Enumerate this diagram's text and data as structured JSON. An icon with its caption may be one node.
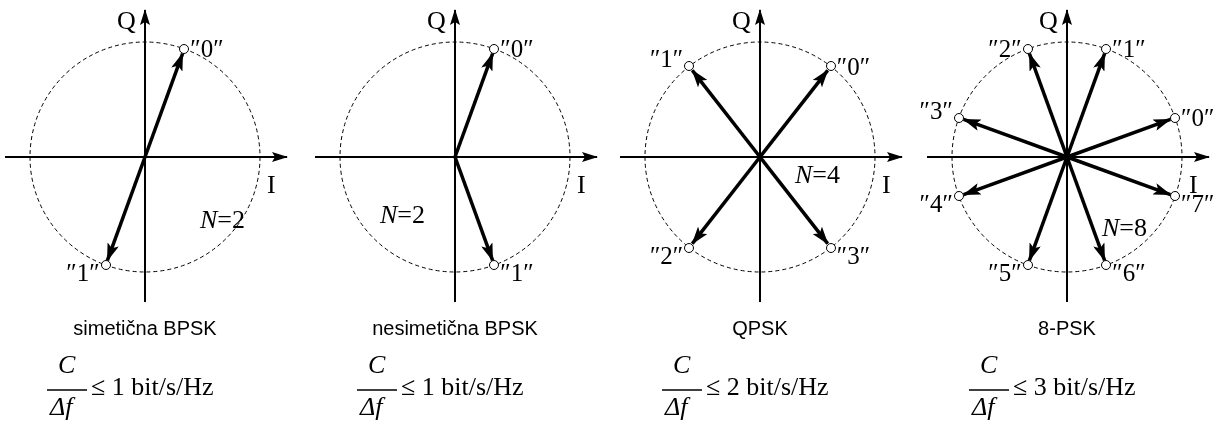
{
  "diagram": {
    "nodes": [
      {
        "text": [
          "″0″"
        ]
      },
      {
        "text": [
          "″1″"
        ]
      },
      {
        "text": [
          "″0″"
        ]
      },
      {
        "text": [
          "″1″"
        ]
      },
      {
        "text": [
          "″1″"
        ]
      },
      {
        "text": [
          "″0″"
        ]
      },
      {
        "text": [
          "″2″"
        ]
      },
      {
        "text": [
          "″3″"
        ]
      },
      {
        "text": [
          "″2″"
        ]
      },
      {
        "text": [
          "″1″"
        ]
      },
      {
        "text": [
          "″3″"
        ]
      },
      {
        "text": [
          "″0″"
        ]
      },
      {
        "text": [
          "″4″"
        ]
      },
      {
        "text": [
          "″7″"
        ]
      },
      {
        "text": [
          "″5″"
        ]
      },
      {
        "text": [
          "″6″"
        ]
      }
    ],
    "edges": [
      {
        "from": null,
        "to": 0,
        "arrow": "to"
      },
      {
        "from": null,
        "to": 1,
        "arrow": "to"
      },
      {
        "from": null,
        "to": 2,
        "arrow": "to"
      },
      {
        "from": null,
        "to": 3,
        "arrow": "to"
      },
      {
        "from": null,
        "to": 4,
        "arrow": "to"
      },
      {
        "from": null,
        "to": 5,
        "arrow": "to"
      },
      {
        "from": null,
        "to": 6,
        "arrow": "to"
      },
      {
        "from": null,
        "to": 7,
        "arrow": "to"
      },
      {
        "from": null,
        "to": 8,
        "arrow": "to"
      },
      {
        "from": null,
        "to": 9,
        "arrow": "to"
      },
      {
        "from": null,
        "to": 10,
        "arrow": "to"
      },
      {
        "from": null,
        "to": 11,
        "arrow": "to"
      },
      {
        "from": null,
        "to": 12,
        "arrow": "to"
      },
      {
        "from": null,
        "to": 13,
        "arrow": "to"
      },
      {
        "from": null,
        "to": 14,
        "arrow": "to"
      },
      {
        "from": null,
        "to": 15,
        "arrow": "to"
      }
    ],
    "labels": [
      "Q",
      "I",
      "*N*=2",
      "simetična BPSK",
      "C",
      "Δf",
      "≤ 1 bit/s/Hz",
      "Q",
      "I",
      "*N*=2",
      "nesimetična BPSK",
      "C",
      "Δf",
      "≤ 1 bit/s/Hz",
      "Q",
      "I",
      "*N*=4",
      "QPSK",
      "C",
      "Δf",
      "≤ 2 bit/s/Hz",
      "Q",
      "I",
      "*N*=8",
      "8-PSK",
      "C",
      "Δf",
      "≤ 3 bit/s/Hz"
    ]
  }
}
